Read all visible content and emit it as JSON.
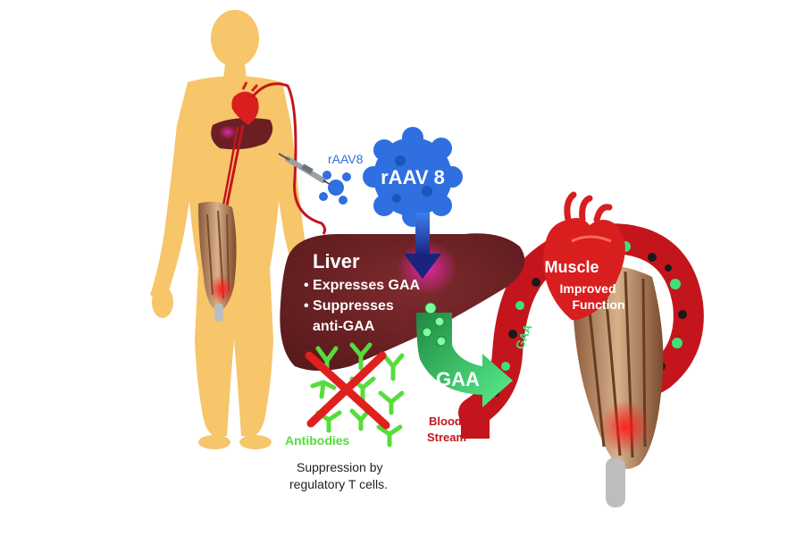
{
  "labels": {
    "raav8_small": "rAAV8",
    "raav8_big": "rAAV 8",
    "liver_title": "Liver",
    "liver_bullet1": "• Expresses GAA",
    "liver_bullet2": "• Suppresses",
    "liver_bullet2b": "anti-GAA",
    "gaa_arrow": "GAA",
    "gaa_vessel": "GAA",
    "muscle_title": "Muscle",
    "muscle_line2": "Improved",
    "muscle_line3": "Function",
    "blood_line1": "Blood",
    "blood_line2": "Stream",
    "antibodies": "Antibodies",
    "suppression_line1": "Suppression by",
    "suppression_line2": "regulatory T cells."
  },
  "colors": {
    "body": "#f7c56a",
    "liver": "#6b1f22",
    "blood_vessel": "#c4151c",
    "gaa_green": "#3fe07a",
    "virus_blue": "#2f6fe0",
    "antibody_green": "#56dd3a",
    "cross_red": "#e0201f",
    "muscle_brown": "#b4865f"
  }
}
